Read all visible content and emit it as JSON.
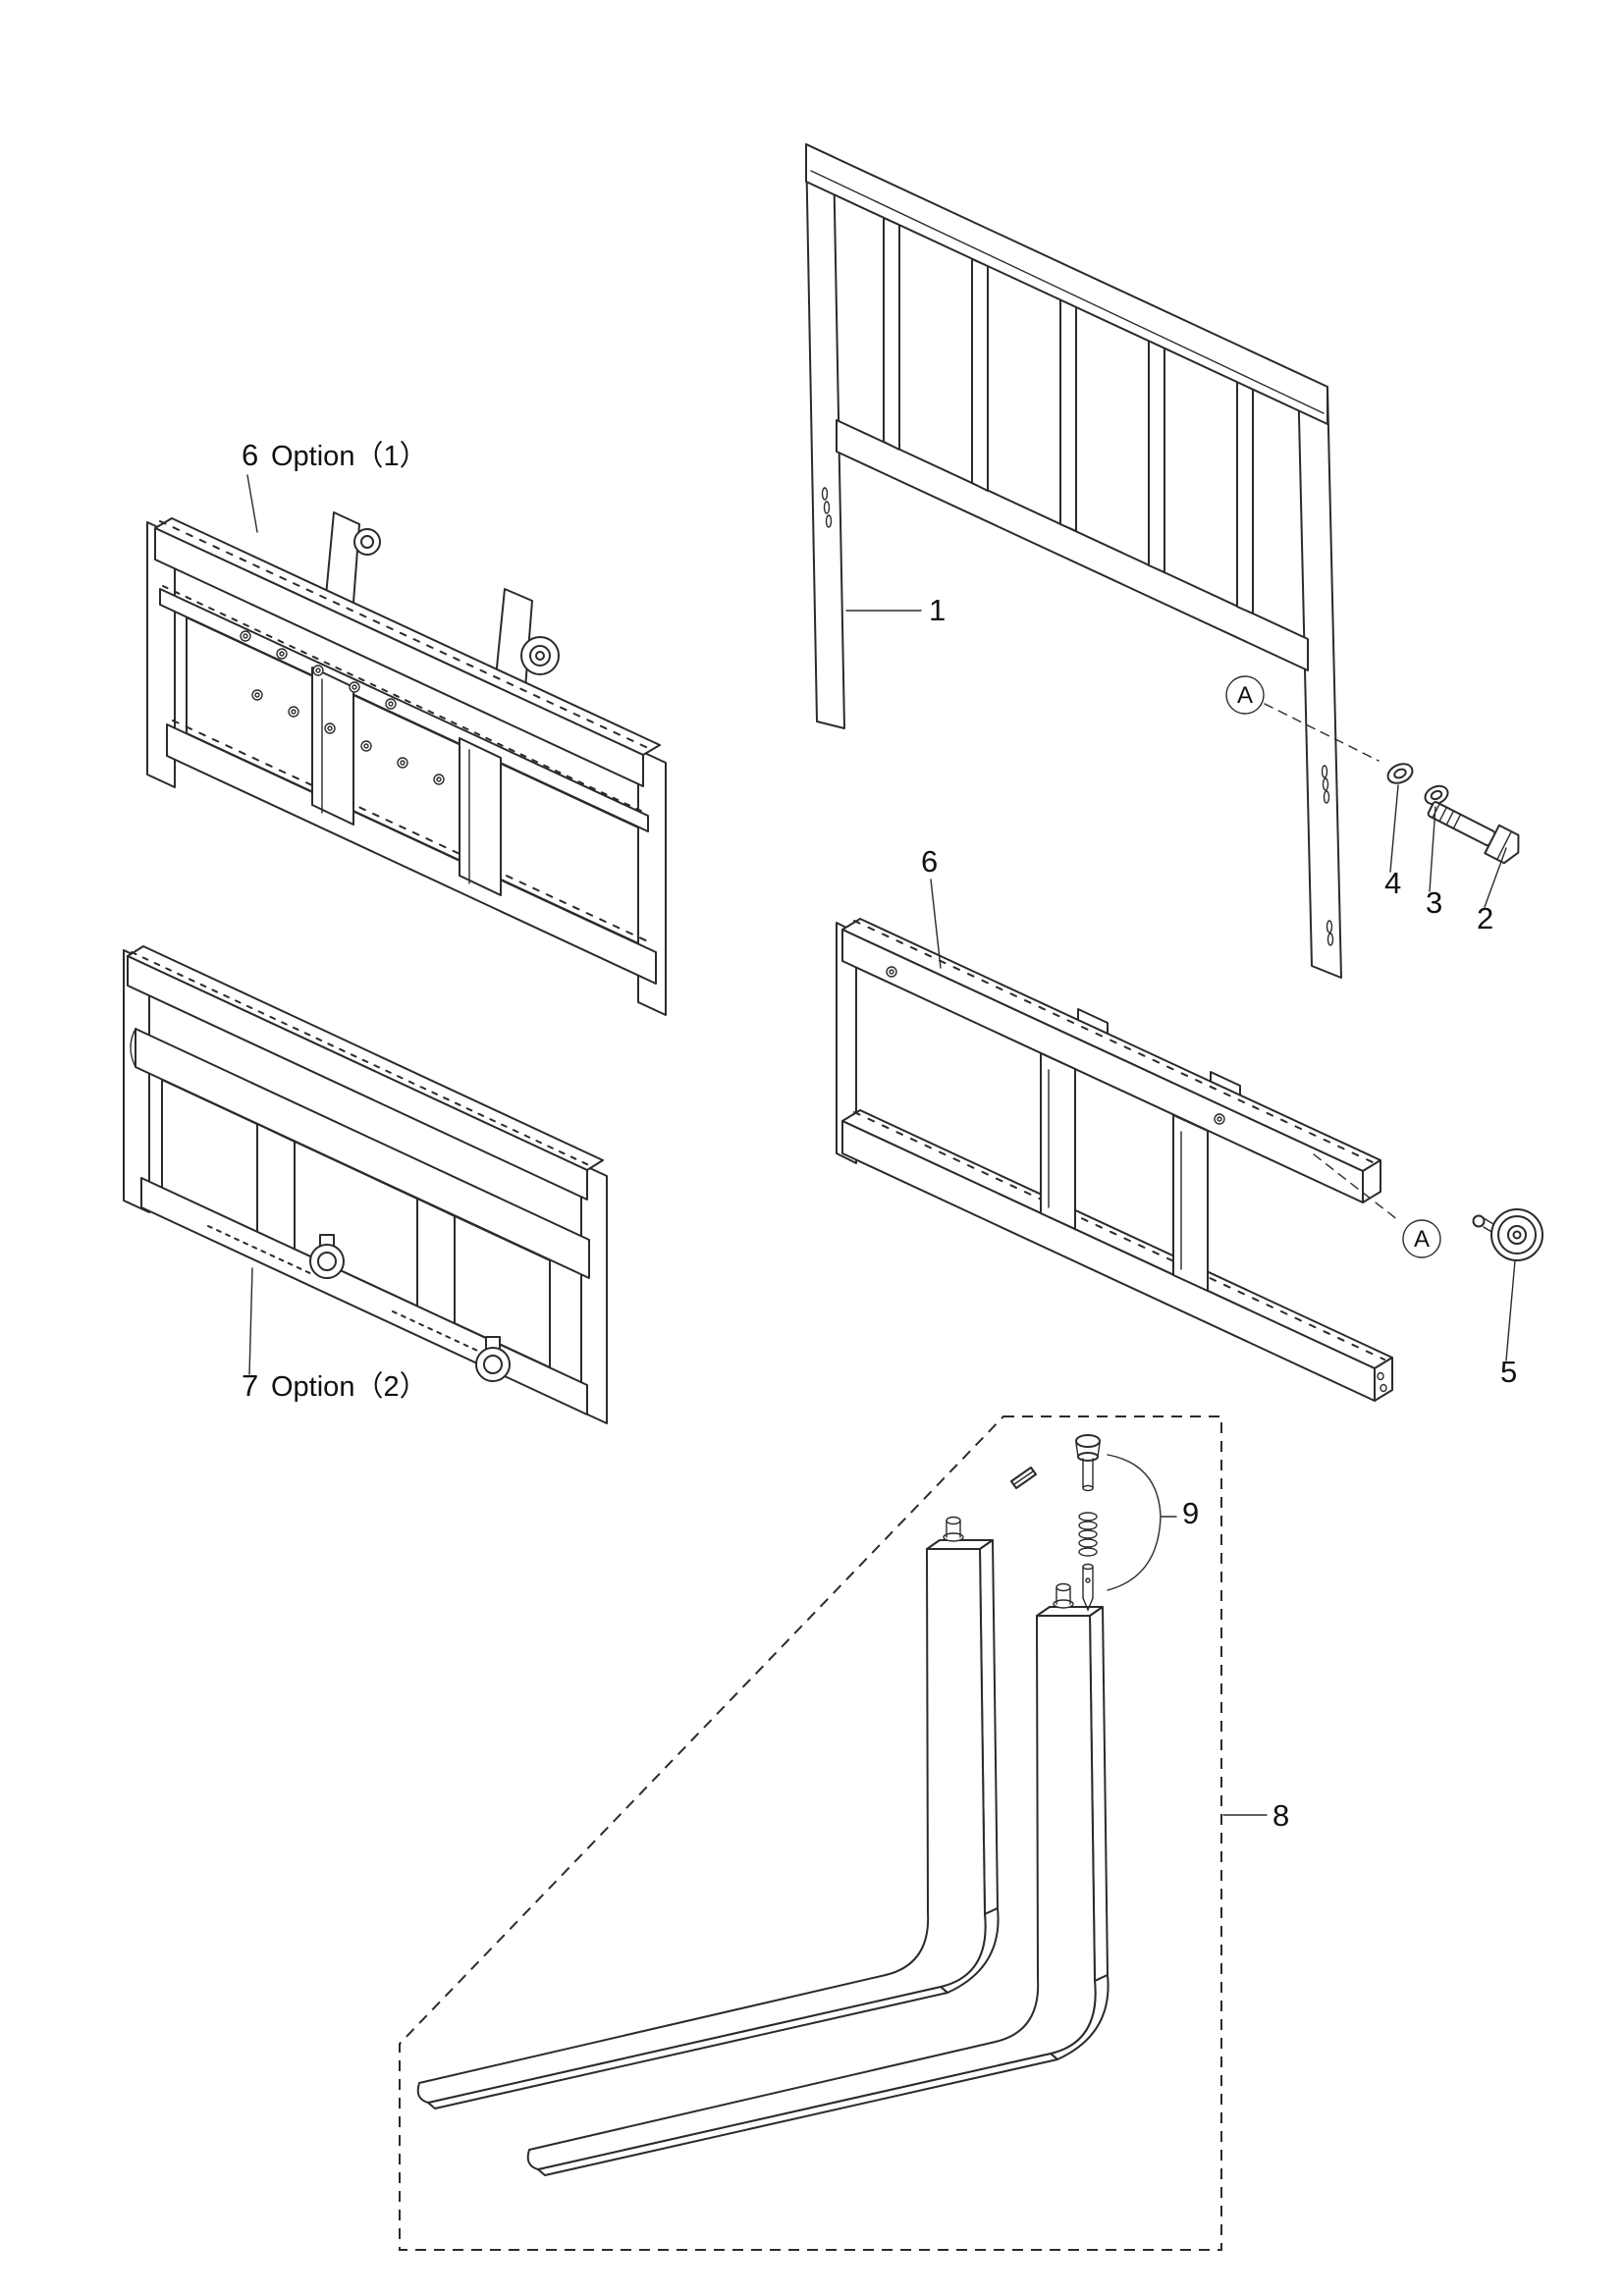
{
  "page": {
    "paper_color": "#ffffff",
    "ink_color": "#2b2b2b"
  },
  "callouts": {
    "backrest": "1",
    "bolt": "2",
    "spring_washer": "3",
    "washer": "4",
    "side_roller": "5",
    "fork_carriage": "6",
    "option1_number": "6",
    "option1_label": "Option（1）",
    "option2_number": "7",
    "option2_label": "Option（2）",
    "forks": "8",
    "fork_pin_set": "9",
    "detail_view_upper": "A",
    "detail_view_lower": "A"
  }
}
